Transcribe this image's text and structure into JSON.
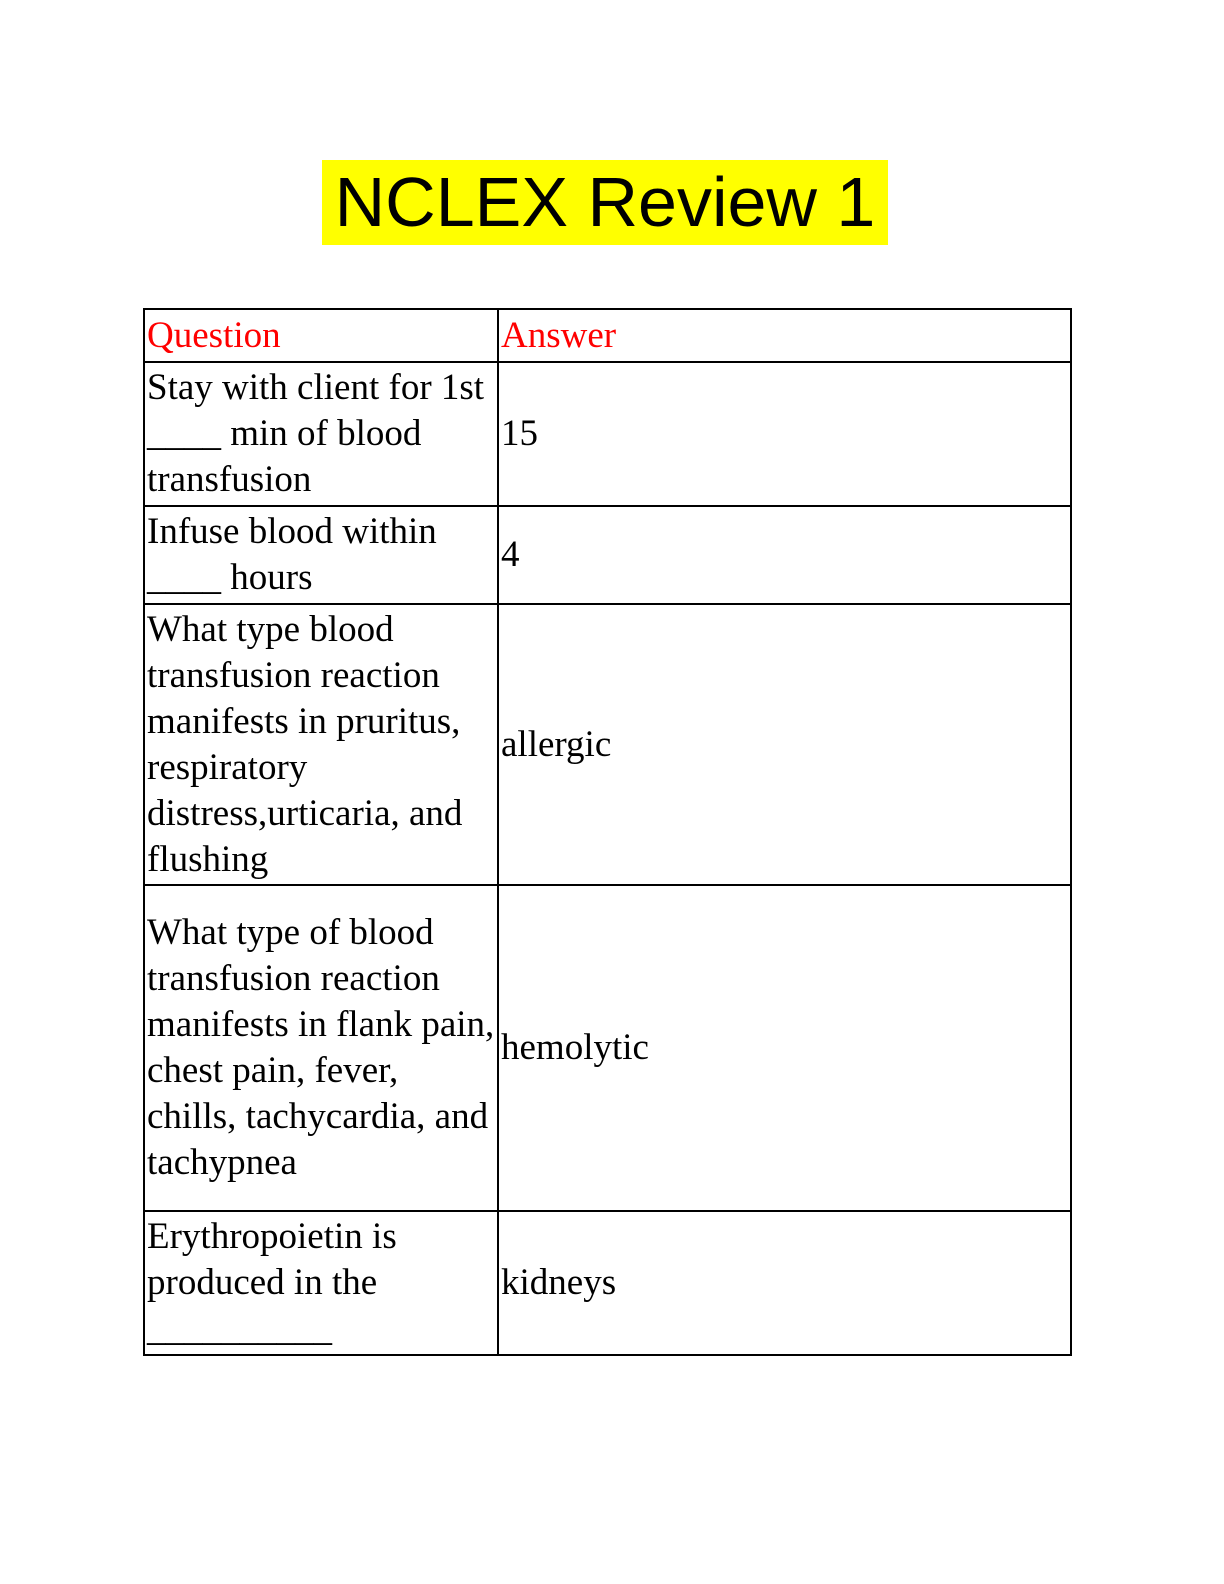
{
  "document": {
    "title": "NCLEX Review 1",
    "table": {
      "headers": {
        "question": "Question",
        "answer": "Answer"
      },
      "rows": [
        {
          "question": "Stay with client for 1st ____ min of blood transfusion",
          "answer": "15"
        },
        {
          "question": "Infuse blood within ____ hours",
          "answer": "4"
        },
        {
          "question": "What type blood transfusion reaction manifests in pruritus, respiratory distress,urticaria, and flushing",
          "answer": "allergic"
        },
        {
          "question": "What type of blood transfusion reaction manifests in flank pain, chest pain, fever, chills, tachycardia, and tachypnea",
          "answer": "hemolytic"
        },
        {
          "question": "Erythropoietin is produced in the __________",
          "answer": "kidneys"
        }
      ]
    }
  },
  "colors": {
    "title_highlight": "#ffff00",
    "header_text": "#ff0000"
  }
}
